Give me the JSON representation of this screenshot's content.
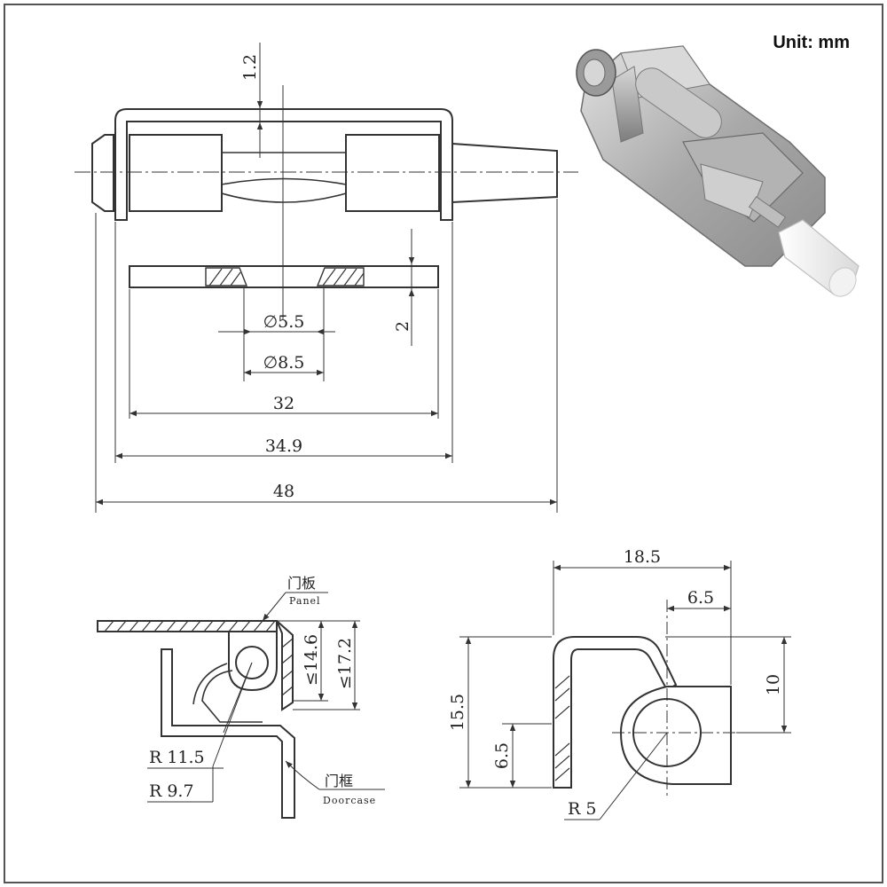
{
  "unit_label": "Unit: mm",
  "top_view": {
    "dims": {
      "d_1_2": "1.2",
      "d_2": "2",
      "d_5_5": "∅5.5",
      "d_8_5": "∅8.5",
      "d_32": "32",
      "d_34_9": "34.9",
      "d_48": "48"
    }
  },
  "side_view": {
    "panel_cn": "门板",
    "panel_en": "Panel",
    "doorcase_cn": "门框",
    "doorcase_en": "Doorcase",
    "dims": {
      "d_14_6": "≤14.6",
      "d_17_2": "≤17.2",
      "r_11_5": "R 11.5",
      "r_9_7": "R 9.7"
    }
  },
  "end_view": {
    "dims": {
      "d_18_5": "18.5",
      "d_6_5_top": "6.5",
      "d_10": "10",
      "d_15_5": "15.5",
      "d_6_5_left": "6.5",
      "r_5": "R 5"
    }
  },
  "colors": {
    "line": "#333333",
    "frame": "#555555",
    "metal": "#b8b8b8",
    "pin_tip": "#eeeeee"
  },
  "photo": {
    "subject": "stainless steel spring hinge"
  }
}
